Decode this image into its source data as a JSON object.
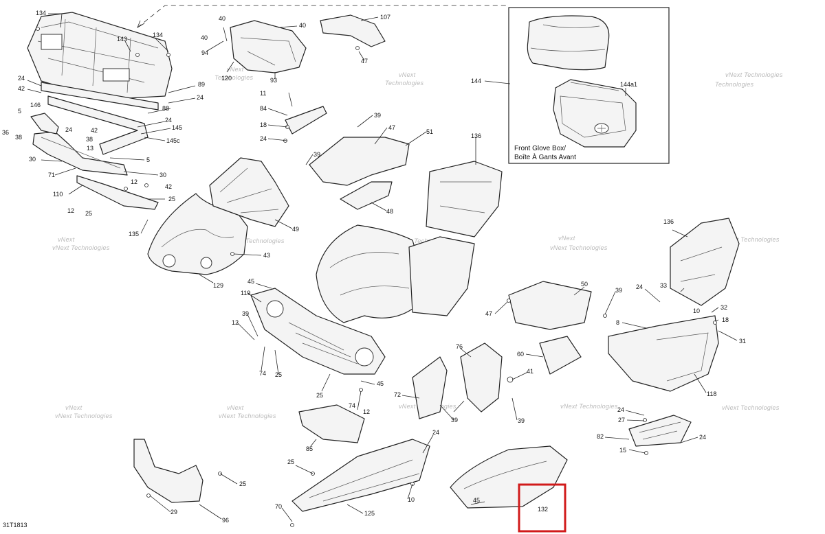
{
  "diagram_id": "31T1813",
  "inset": {
    "caption_line1": "Front Glove Box/",
    "caption_line2": "Boîte À Gants Avant",
    "ref_main": "144",
    "ref_sub": "144a1"
  },
  "watermark_text_1": "vNext",
  "watermark_text_2": "Technologies",
  "watermark_combined": "vNext Technologies",
  "highlighted_callout": "132",
  "highlight_color": "#d11a1a",
  "callouts": {
    "c134a": "134",
    "c134b": "134",
    "c143": "143",
    "c40a": "40",
    "c40b": "40",
    "c94": "94",
    "c120": "120",
    "c93": "93",
    "c107": "107",
    "c47a": "47",
    "c144": "144",
    "c24a": "24",
    "c42a": "42",
    "c89": "89",
    "c24b": "24",
    "c146": "146",
    "c5a": "5",
    "c36": "36",
    "c38a": "38",
    "c24c": "24",
    "c42b": "42",
    "c38b": "38",
    "c13": "13",
    "c88": "88",
    "c24d": "24",
    "c145": "145",
    "c145c": "145c",
    "c11": "11",
    "c84": "84",
    "c18a": "18",
    "c24e": "24",
    "c39a": "39",
    "c47b": "47",
    "c51": "51",
    "c136a": "136",
    "c30a": "30",
    "c5b": "5",
    "c71": "71",
    "c30b": "30",
    "c39b": "39",
    "c12a": "12",
    "c42c": "42",
    "c110": "110",
    "c25a": "25",
    "c12b": "12",
    "c25b": "25",
    "c48": "48",
    "c49": "49",
    "c135": "135",
    "c43": "43",
    "c129": "129",
    "c136b": "136",
    "c45a": "45",
    "c119": "119",
    "c50": "50",
    "c39c": "39",
    "c24f": "24",
    "c33": "33",
    "c10a": "10",
    "c32": "32",
    "c18b": "18",
    "c47c": "47",
    "c8": "8",
    "c31": "31",
    "c39d": "39",
    "c12c": "12",
    "c74a": "74",
    "c25c": "25",
    "c60": "60",
    "c76": "76",
    "c41": "41",
    "c118": "118",
    "c72": "72",
    "c45b": "45",
    "c25d": "25",
    "c74b": "74",
    "c12d": "12",
    "c39e": "39",
    "c39f": "39",
    "c24g": "24",
    "c27": "27",
    "c24h": "24",
    "c82": "82",
    "c24i": "24",
    "c85": "85",
    "c15": "15",
    "c25e": "25",
    "c25f": "25",
    "c10b": "10",
    "c70": "70",
    "c125": "125",
    "c29": "29",
    "c96": "96",
    "c132": "132"
  }
}
